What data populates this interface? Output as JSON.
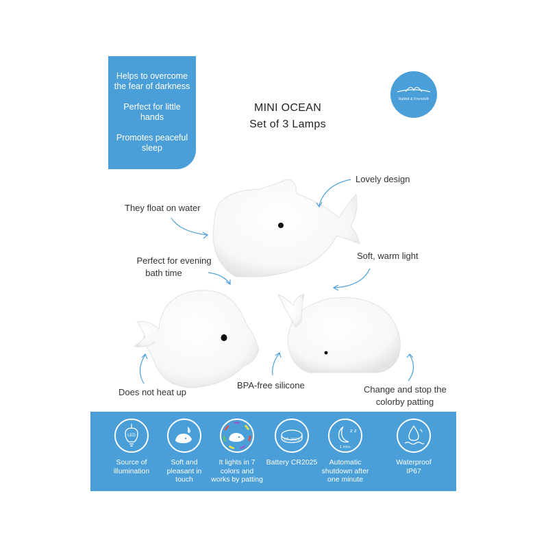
{
  "benefits": [
    "Helps to overcome the fear of darkness",
    "Perfect for little hands",
    "Promotes peaceful sleep"
  ],
  "logo": {
    "text": "Rabbit & Friends®"
  },
  "title": {
    "line1": "MINI OCEAN",
    "line2": "Set of 3 Lamps"
  },
  "callouts": {
    "lovely_design": "Lovely design",
    "float": "They float on water",
    "bath_line1": "Perfect for evening",
    "bath_line2": "bath time",
    "warm_light": "Soft, warm light",
    "heat": "Does not heat up",
    "bpa": "BPA-free silicone",
    "change_line1": "Change and stop the",
    "change_line2": "colorby patting"
  },
  "features": [
    {
      "icon": "led-bulb-icon",
      "label": "Source of illumination"
    },
    {
      "icon": "whale-hand-icon",
      "label": "Soft and pleasant in touch"
    },
    {
      "icon": "rainbow-whale-icon",
      "label": "It lights in 7 colors and works by patting"
    },
    {
      "icon": "battery-coin-icon",
      "label": "Battery CR2025",
      "icon_text": "CR 2025"
    },
    {
      "icon": "moon-sleep-icon",
      "label": "Automatic shutdown after one minute",
      "icon_text": "1 min."
    },
    {
      "icon": "water-drop-icon",
      "label": "Waterproof IP67"
    }
  ],
  "colors": {
    "accent": "#4b9fd8",
    "arrow": "#4b9fd8"
  }
}
